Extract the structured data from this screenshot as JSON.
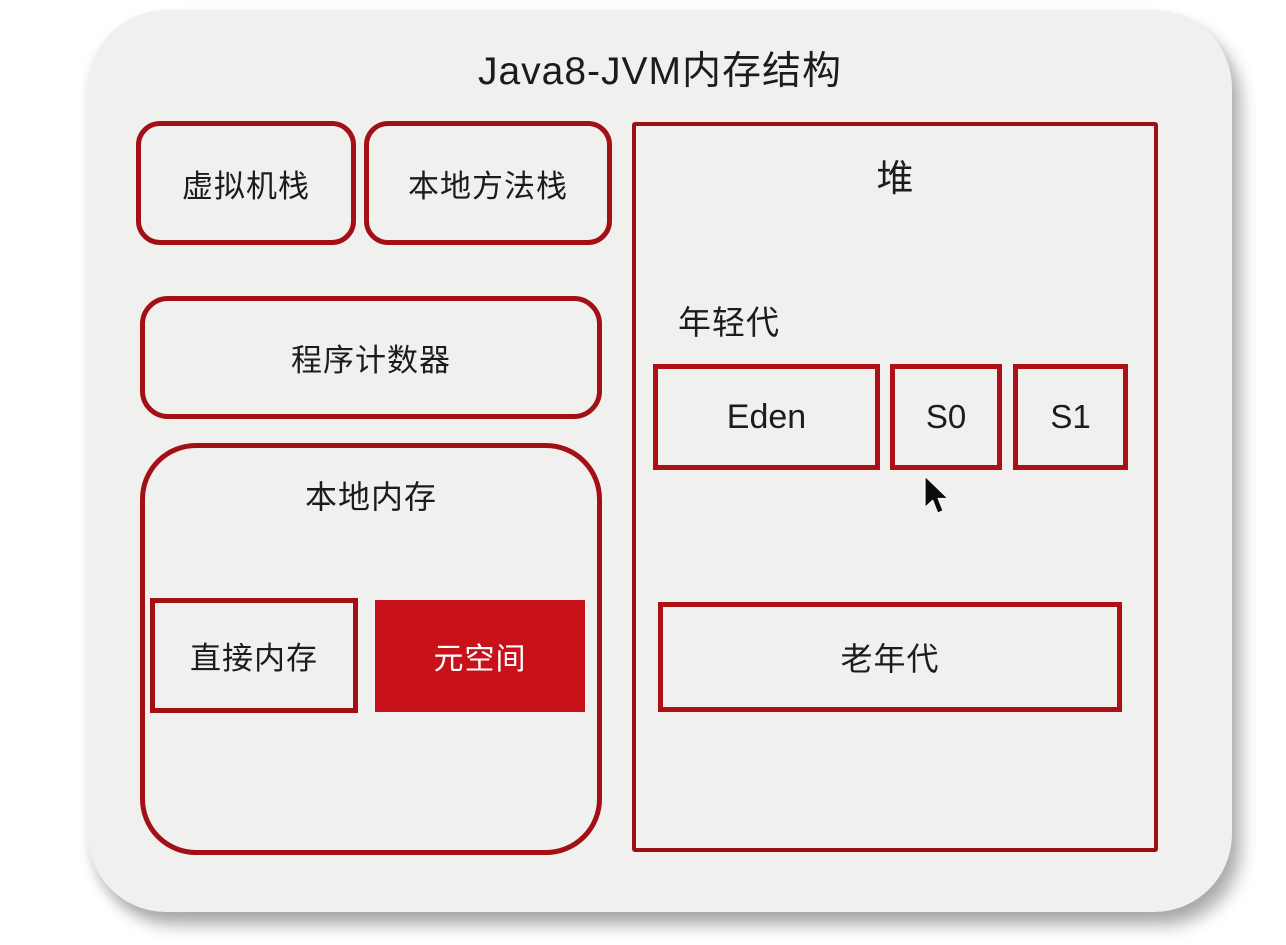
{
  "title": "Java8-JVM内存结构",
  "colors": {
    "panel_bg": "#f0f0ee",
    "outline_red": "#a21016",
    "heap_red": "#9a0f13",
    "square_red": "#ad1116",
    "fill_red": "#c9111a",
    "text_dark": "#1c1c1c",
    "text_on_red": "#ffffff"
  },
  "stacks": {
    "vm_stack": "虚拟机栈",
    "native_method_stack": "本地方法栈",
    "program_counter": "程序计数器"
  },
  "native_memory": {
    "label": "本地内存",
    "direct_memory": "直接内存",
    "metaspace": "元空间"
  },
  "heap": {
    "label": "堆",
    "young_gen_label": "年轻代",
    "young_regions": [
      "Eden",
      "S0",
      "S1"
    ],
    "old_gen": "老年代"
  },
  "icons": {
    "cursor": "arrow-pointer"
  }
}
